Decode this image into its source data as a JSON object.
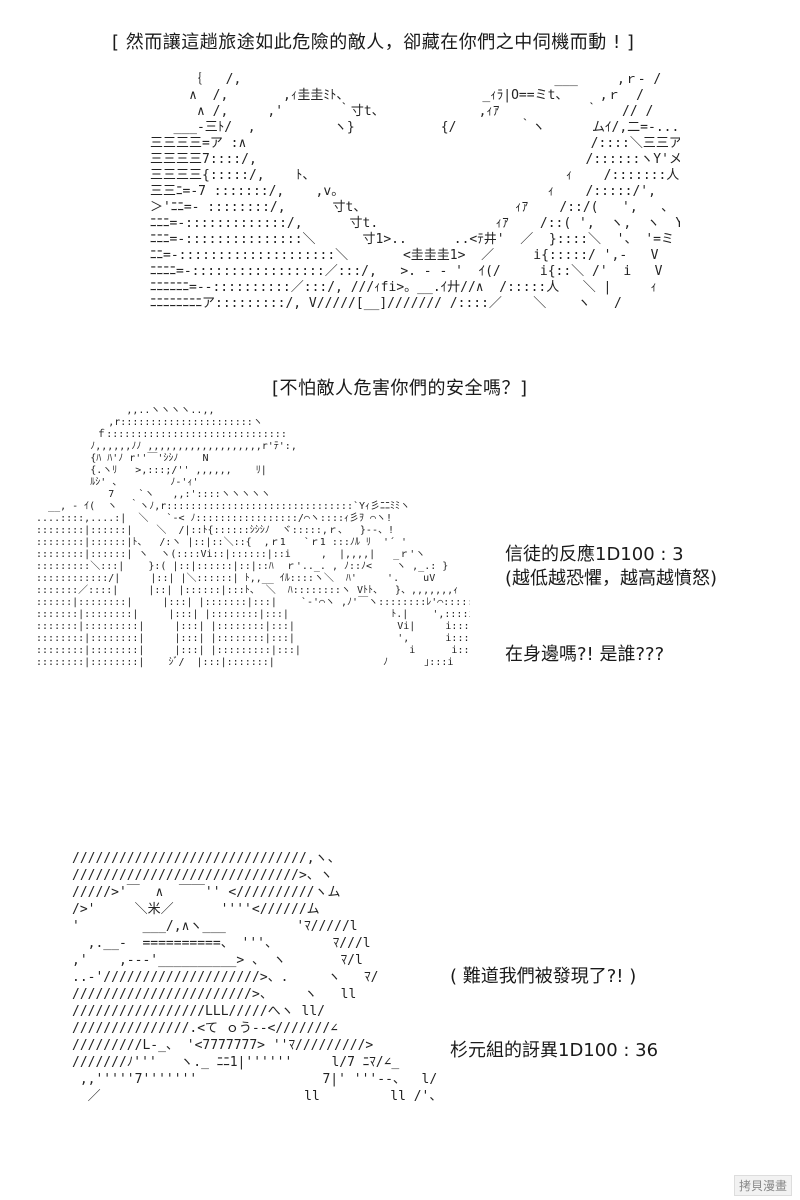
{
  "captions": {
    "top": "[ 然而讓這趟旅途如此危險的敵人，卻藏在你們之中伺機而動 ! ]",
    "middle": "[不怕敵人危害你們的安全嗎？]"
  },
  "ascii_art": {
    "top": "     ｛   /,                                        ___     ,ｒ‐ /\n     ∧  /,       ,ｨ圭圭ﾐﾄ、                 _ｨﾗ|O==ミt、    ,ｒ  /\n      ∧ /,     ,'       ｀寸t、            ,ｨｱ           ｀   // /\n   ___-三ﾄ/  ,          ヽ}           {/        ｀ヽ      ムｲ/,二=-.....\n三三三三=ア :∧                                            /::::＼三三ア\n三三三三7::::/,                                          /::::::ヽY'メ\n三三三三{:::::/,    ﾄ、                                ｨ    /:::::::人\n三三ﾆ=-7 :::::::/,    ,v。                          ｨ    /:::::/',   ヽ-\n＞'ﾆﾆ=- ::::::::/,      寸t、                   ｨｱ    /::/(   ',   、  }\nﾆﾆﾆ=-:::::::::::::/,      寸t.               ｨｱ    /::( ',  ヽ,  ヽ  Y\nﾆﾆﾆ=-:::::::::::::::＼      寸1>..      ..<ﾃ井'  ／  }::::＼  '、 '=ミ\nﾆﾆ=-::::::::::::::::::::＼       <圭圭圭1>  ／     i{:::::/ ',-   V\nﾆﾆﾆﾆ=-:::::::::::::::::／:::/,   >. ‐ ‐ '  ｲ(/     i{::＼ /'  i   V\nﾆﾆﾆﾆﾆﾆ=--::::::::::／:::/, ///ｨfi>。__.ｲ廾//∧  /:::::人   ＼ |     ｨ\nﾆﾆﾆﾆﾆﾆﾆﾆア:::::::::/, V/////[__]/////// /::::／    ＼    ヽ   /",
    "middle": "                ,,..ヽヽヽヽ..,,\n             ,r::::::::::::::::::::::ヽ\n           ｆ::::::::::::::::::::::::::::::\n          ﾉ,,,,,,ﾉﾉ ,,,,,,,,,,,,,,,,,,,r'ﾃ':,\n          {ﾊ ﾊ'ﾉ r''￣'ｼｼﾉ    N\n          {.ヽﾘ   >,:::;/'' ,,,,,,    ﾘ|\n          ﾙｼ' 、        ﾉ‐'ｨ'\n             7    `ヽ   ,,:'::::ヽヽヽヽヽ\n   __, - ｲ(  ヽ  ｀ヽﾉ,r:::::::::::::::::::::::::::::::`Yｨ彡ﾆﾆﾐﾐヽ\n ....::::,....:|  ＼   `‐< ﾉ:::::::::::::::::/⌒ヽ::::ｨ彡ｦ ⌒ヽ!\n ::::::::|::::::|    ＼  /|::ﾄ{::::::ｼｼｼﾉ  ヾ:::::,ｒ、  }‐-、!\n ::::::::|::::::|ﾄ、  /:ヽ |::|::＼::{  ,ｒ1   `ｒ1 :::ﾉﾙ ﾘ  '´ '\n ::::::::|::::::| ヽ  ヽ(::::Vi::|::::::|::i     ,  |,,,,|   _ｒ'ヽ\n :::::::::＼:::|    }:( |::|::::::|::|::ﾊ  ｒ'.._. , ﾉ::ﾉ<    ヽ ,_.: }\n ::::::::::::/|     |::| |＼::::::| ﾄ,,__ ｲﾙ::::ヽ＼  ﾊ'     '.    uV\n :::::::／::::|     |::| |::::::|:::ﾄ、 ＼  ﾊ::::::::ヽ Vﾄﾄ、  }、,,,,,,,ｨ  }\n ::::::|::::::::|     |:::| |:::::::|:::|    `‐'⌒ヽ ,ﾉ'￣ヽ::::::::ﾚ'⌒:::::,  ﾃ、 _,ﾉ\n :::::::|::::::::|     |:::| |::::::::|:::|                 ﾄ.|    ',::::i   ';:: V爪\n :::::::|:::::::::|     |:::| |::::::::|:::|                 Vi|     i:::i   |     !  '、\n ::::::::|::::::::|     |:::| |::::::::|:::|                 ',      i:::i   |     |  ﾉ\n ::::::::|::::::::|     |:::| |:::::::::|:::|                  i      i:::i   |     |. /::|\n ::::::::|::::::::|    ｼﾞ/  |:::|:::::::|                  ﾉ      ｣:::i   |     |/::::|",
    "bottom": "//////////////////////////////,ヽ、\n/////////////////////////////>、ヽ\n/////>'￣  ∧  ￣￣'' <//////////ヽム\n/>'     ＼米／      ''''<//////ム\n'        ___/,∧ヽ___         'ﾏ/////l\n  ,.__‐  ==========、 '''、       ﾏ///l\n,'    ,---'__________> 、 ヽ       ﾏ/l\n..-'////////////////////>、.     ヽ   ﾏ/\n///////////////////////>、    ヽ   ll\n/////////////////LLL/////へヽ ll/\n///////////////.<て ｏう--<///////∠\n/////////L-_、 '<7777777> ''ﾏ/////////>\n///////ﾉ'''   ヽ._ ﾆﾆ1|''''''     l/7 ﾆﾏ/∠_\n ,,'''''7'''''''                7|' '''--、  l/ /7 ', ﾏ//7\n  ／                          ll         ll /'、 ム/<____"
  },
  "right_texts": {
    "dice1": "信徒的反應1D100 : 3",
    "dice1_note": "(越低越恐懼，越高越憤怒)",
    "question": "在身邊嗎?! 是誰???",
    "discovered": "( 難道我們被發現了?! )",
    "dice2": "杉元組的訝異1D100 :  36"
  },
  "watermark": "拷貝漫畫"
}
